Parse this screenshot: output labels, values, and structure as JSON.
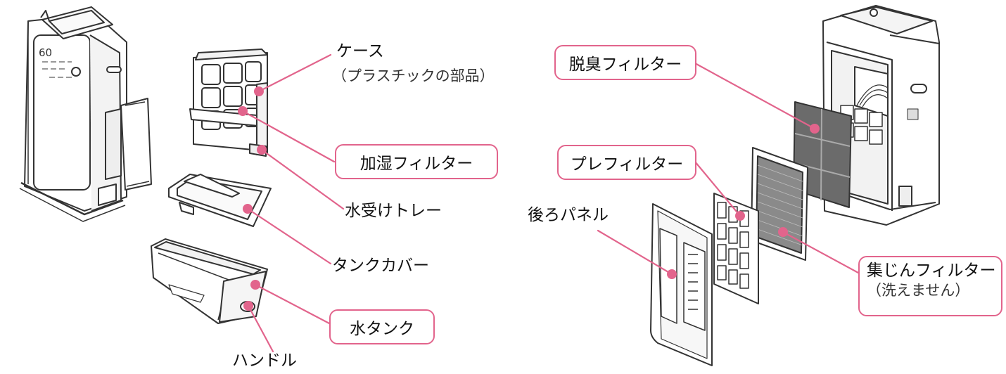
{
  "labels": {
    "case": "ケース",
    "case_note": "（プラスチックの部品）",
    "humidify_filter": "加湿フィルター",
    "water_tray": "水受けトレー",
    "tank_cover": "タンクカバー",
    "water_tank": "水タンク",
    "handle": "ハンドル",
    "deodorize_filter": "脱臭フィルター",
    "pre_filter": "プレフィルター",
    "back_panel": "後ろパネル",
    "dust_filter": "集じんフィルター",
    "dust_filter_note": "（洗えません）"
  },
  "device_display": {
    "reading": "60"
  },
  "colors": {
    "accent": "#e2648c",
    "line_art": "#333333",
    "filter_dark": "#6b6b6b"
  }
}
